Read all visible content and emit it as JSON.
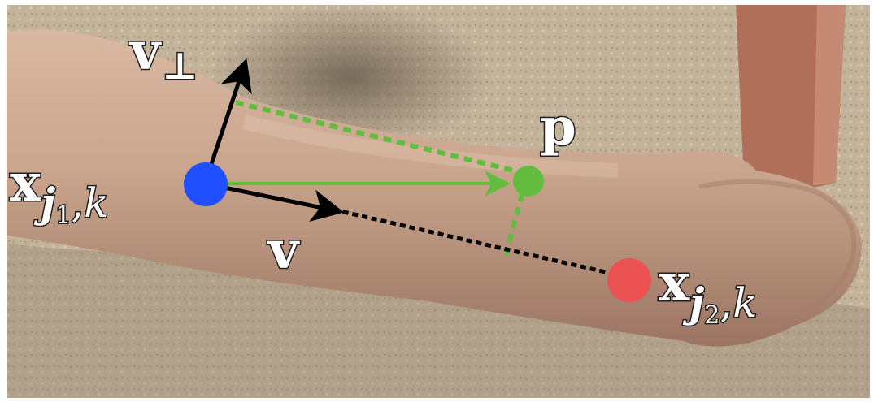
{
  "figure": {
    "labels": {
      "v_perp": {
        "main": "v",
        "sub": "⊥"
      },
      "p": {
        "main": "p"
      },
      "x_j1": {
        "main": "x",
        "sub_j": "j",
        "sub_index": "1",
        "sub_sep": ",",
        "sub_k": "k"
      },
      "v": {
        "main": "v"
      },
      "x_j2": {
        "main": "x",
        "sub_j": "j",
        "sub_index": "2",
        "sub_sep": ",",
        "sub_k": "k"
      }
    },
    "colors": {
      "joint_start": "#1f4fff",
      "joint_end": "#ec5252",
      "point_p": "#62bd3f",
      "projection": "#62bd3f",
      "axis_vectors": "#000000",
      "bone_line": "#000000"
    }
  }
}
